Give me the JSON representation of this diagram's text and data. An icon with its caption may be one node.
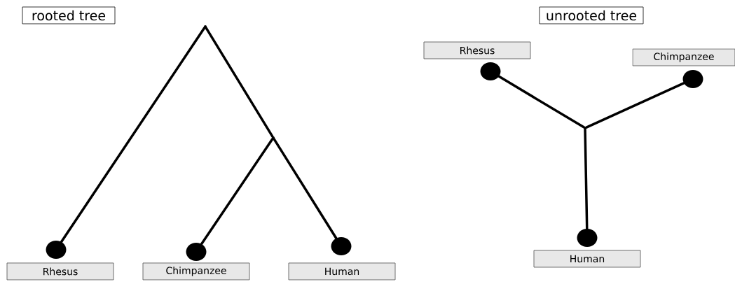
{
  "diagram": {
    "nodes": [
      {
        "text": [
          "rooted tree"
        ]
      },
      {
        "text": [],
        "shape": "point"
      },
      {
        "text": [],
        "shape": "point"
      },
      {
        "text": [],
        "shape": "circle"
      },
      {
        "text": [],
        "shape": "circle"
      },
      {
        "text": [],
        "shape": "circle"
      },
      {
        "text": [
          "Rhesus"
        ]
      },
      {
        "text": [
          "Chimpanzee"
        ]
      },
      {
        "text": [
          "Human"
        ]
      },
      {
        "text": [
          "unrooted tree"
        ]
      },
      {
        "text": [],
        "shape": "point"
      },
      {
        "text": [],
        "shape": "circle"
      },
      {
        "text": [],
        "shape": "circle"
      },
      {
        "text": [],
        "shape": "circle"
      },
      {
        "text": [
          "Rhesus"
        ]
      },
      {
        "text": [
          "Chimpanzee"
        ]
      },
      {
        "text": [
          "Human"
        ]
      }
    ],
    "edges": [
      {
        "from": 1,
        "to": 3,
        "arrow": "none"
      },
      {
        "from": 1,
        "to": 2,
        "arrow": "none"
      },
      {
        "from": 2,
        "to": 4,
        "arrow": "none"
      },
      {
        "from": 2,
        "to": 5,
        "arrow": "none"
      },
      {
        "from": 10,
        "to": 11,
        "arrow": "none"
      },
      {
        "from": 10,
        "to": 12,
        "arrow": "none"
      },
      {
        "from": 10,
        "to": 13,
        "arrow": "none"
      }
    ]
  }
}
